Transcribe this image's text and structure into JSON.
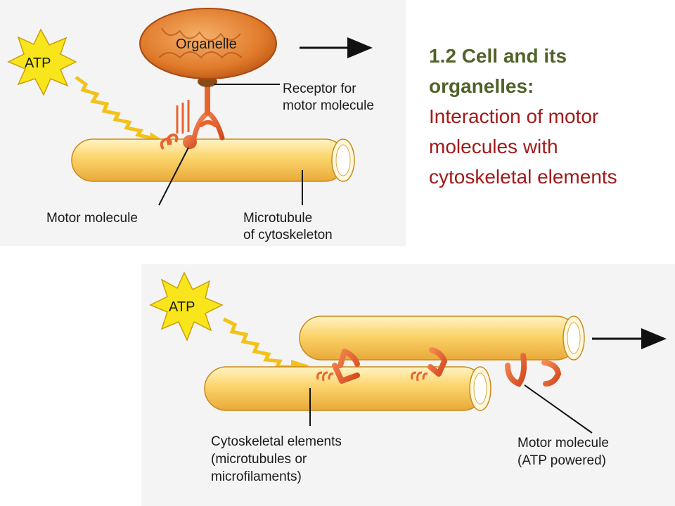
{
  "slide": {
    "heading_line1": "1.2 Cell and its",
    "heading_line2": "organelles:",
    "sub_line1": "Interaction of motor",
    "sub_line2": "molecules with",
    "sub_line3": "cytoskeletal elements",
    "heading_color": "#4f6228",
    "sub_color": "#a11a1a"
  },
  "top_diagram": {
    "atp": "ATP",
    "organelle": "Organelle",
    "receptor_line1": "Receptor for",
    "receptor_line2": "motor molecule",
    "motor_molecule": "Motor molecule",
    "microtubule_line1": "Microtubule",
    "microtubule_line2": "of cytoskeleton"
  },
  "bottom_diagram": {
    "atp": "ATP",
    "cyto_line1": "Cytoskeletal elements",
    "cyto_line2": "(microtubules or",
    "cyto_line3": "microfilaments)",
    "motor_line1": "Motor molecule",
    "motor_line2": "(ATP powered)"
  },
  "colors": {
    "tube_fill": "#fbd46a",
    "tube_highlight": "#fff1b8",
    "tube_outline": "#c98a1a",
    "organelle_fill": "#e07a2a",
    "motor_fill": "#e8642e",
    "burst_fill": "#f8e51c",
    "panel_bg": "#f4f4f4"
  }
}
